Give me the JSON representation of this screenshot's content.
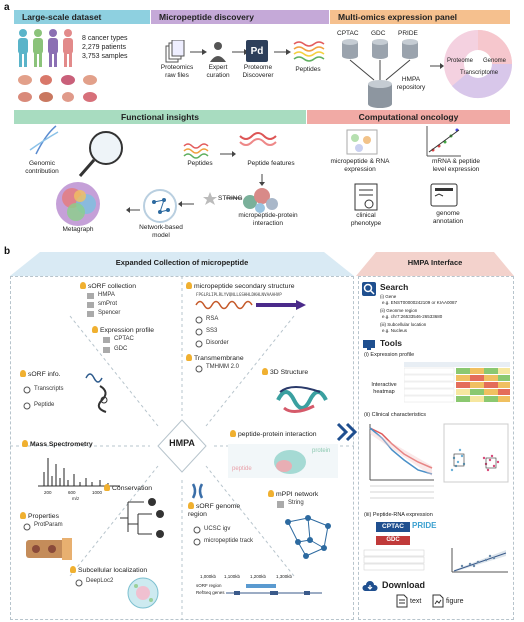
{
  "panel_a": {
    "letter": "a",
    "headers": {
      "dataset": "Large-scale dataset",
      "discovery": "Micropeptide discovery",
      "multiomics": "Multi-omics expression panel",
      "functional": "Functional insights",
      "oncology": "Computational oncology"
    },
    "dataset_stats": [
      "8 cancer types",
      "2,279 patients",
      "3,753 samples"
    ],
    "discovery_steps": {
      "raw": "Proteomics\nraw files",
      "expert": "Expert\ncuration",
      "pd_icon": "Pd",
      "pd": "Proteome\nDiscoverer",
      "peptides": "Peptides"
    },
    "sources": [
      "CPTAC",
      "GDC",
      "PRIDE"
    ],
    "repository": "HMPA\nrepository",
    "omics_circle": {
      "proteome": "Proteome",
      "genome": "Genome",
      "transcriptome": "Transcriptome"
    },
    "functional_items": {
      "genomic": "Genomic\ncontribution",
      "peptides": "Peptides",
      "features": "Peptide features",
      "string": "STRING",
      "ppi": "micropeptide-protein\ninteraction",
      "network": "Network-based\nmodel",
      "metagraph": "Metagraph"
    },
    "oncology_items": {
      "rna": "micropeptide & RNA\nexpression",
      "mrna": "mRNA & peptide\nlevel expression",
      "clinical": "clinical\nphenotype",
      "genome": "genome\nannotation"
    }
  },
  "panel_b": {
    "letter": "b",
    "collection_title": "Expanded Collection of micropeptide",
    "hmpa_interface_title": "HMPA Interface",
    "center": "HMPA",
    "sorf_collection": {
      "title": "sORF collection",
      "items": [
        "HMPA",
        "smProt",
        "Spencer"
      ]
    },
    "secondary": {
      "title": "micropeptide secondary structure",
      "sequence": "FPGLRLIPLRLYVQNLLGSHHLDKHLNVAAAHVP",
      "items": [
        "RSA",
        "SS3",
        "Disorder"
      ]
    },
    "expression_profile": {
      "title": "Expression profile",
      "items": [
        "CPTAC",
        "GDC"
      ]
    },
    "transmembrane": {
      "title": "Transmembrane",
      "items": [
        "TMHMM 2.0"
      ]
    },
    "sorf_info": {
      "title": "sORF info.",
      "items": [
        "Transcripts",
        "Peptide"
      ]
    },
    "structure3d": {
      "title": "3D Structure"
    },
    "mass_spec": {
      "title": "Mass Spectrometry",
      "ticks": [
        "200",
        "600",
        "1000"
      ],
      "xlabel": "m/z"
    },
    "ppi": {
      "title": "peptide-protein interaction",
      "protein": "protein",
      "peptide": "peptide"
    },
    "mppi": {
      "title": "mPPI network",
      "items": [
        "String"
      ]
    },
    "properties": {
      "title": "Properties",
      "items": [
        "ProtParam"
      ]
    },
    "conservation": {
      "title": "Conservation"
    },
    "genome_region": {
      "title": "sORF genome\nregion",
      "items": [
        "UCSC igv",
        "micropeptide track"
      ],
      "ticks": [
        "1,000kb",
        "1,100kb",
        "1,200kb",
        "1,300kb"
      ],
      "tracks": [
        "sORF region",
        "RefSeq genes"
      ]
    },
    "subcellular": {
      "title": "Subcellular localization",
      "items": [
        "DeepLoc2"
      ]
    },
    "search": {
      "title": "Search",
      "items": [
        {
          "label": "(i) Gene",
          "example": "e.g. ENST00000242109 or KIAA0087"
        },
        {
          "label": "(ii) Geonme region",
          "example": "e.g. chr7:26533546-26533680"
        },
        {
          "label": "(iii) Subcellular location",
          "example": "e.g. Nucleus"
        }
      ]
    },
    "tools": {
      "title": "Tools",
      "expression_profile": "(i) Expression profile",
      "heatmap": "Interactive\nheatmap",
      "clinical": "(ii) Clinical characteristics",
      "peptide_rna": "(iii) Peptide-RNA expression",
      "logos": [
        "CPTAC",
        "PRIDE",
        "GDC"
      ]
    },
    "download": {
      "title": "Download",
      "text": "text",
      "figure": "figure"
    }
  },
  "colors": {
    "dataset": "#8ed0e0",
    "discovery": "#c5a9d8",
    "multiomics": "#f5c08e",
    "functional": "#a8dcc0",
    "oncology": "#f1aaa5",
    "collection": "#d9eaf4",
    "interface": "#f3d2cc",
    "accent": "#2c5a8c"
  }
}
